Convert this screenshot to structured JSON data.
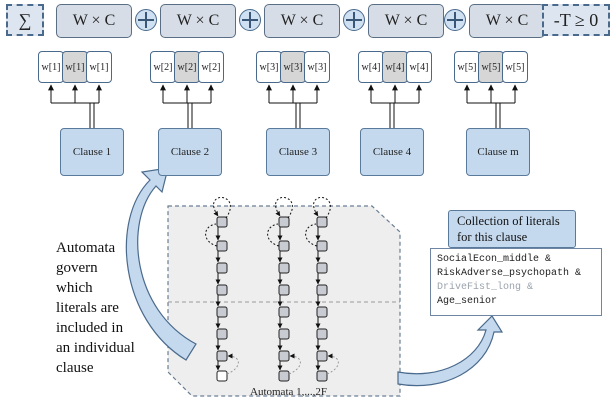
{
  "top_row": {
    "sum_symbol": "∑",
    "terms": [
      "W × C",
      "W × C",
      "W × C",
      "W × C",
      "W × C"
    ],
    "threshold": "-T ≥ 0"
  },
  "weight_groups": [
    [
      "w[1]",
      "w[1]",
      "w[1]"
    ],
    [
      "w[2]",
      "w[2]",
      "w[2]"
    ],
    [
      "w[3]",
      "w[3]",
      "w[3]"
    ],
    [
      "w[4]",
      "w[4]",
      "w[4]"
    ],
    [
      "w[5]",
      "w[5]",
      "w[5]"
    ]
  ],
  "clauses": [
    "Clause 1",
    "Clause 2",
    "Clause 3",
    "Clause 4",
    "Clause m"
  ],
  "automata_caption": "Automata govern which literals are included in an individual clause",
  "automata_label": "Automata 1,...,2F",
  "collection_title": "Collection of literals for this clause",
  "literals": [
    "SocialEcon_middle &",
    "RiskAdverse_psychopath &",
    "DriveFist_long &",
    "Age_senior"
  ],
  "colors": {
    "box_fill": "#c5d9ee",
    "term_fill": "#d6dde6",
    "border": "#4a6a8c",
    "panel_fill": "#eeeeee"
  }
}
